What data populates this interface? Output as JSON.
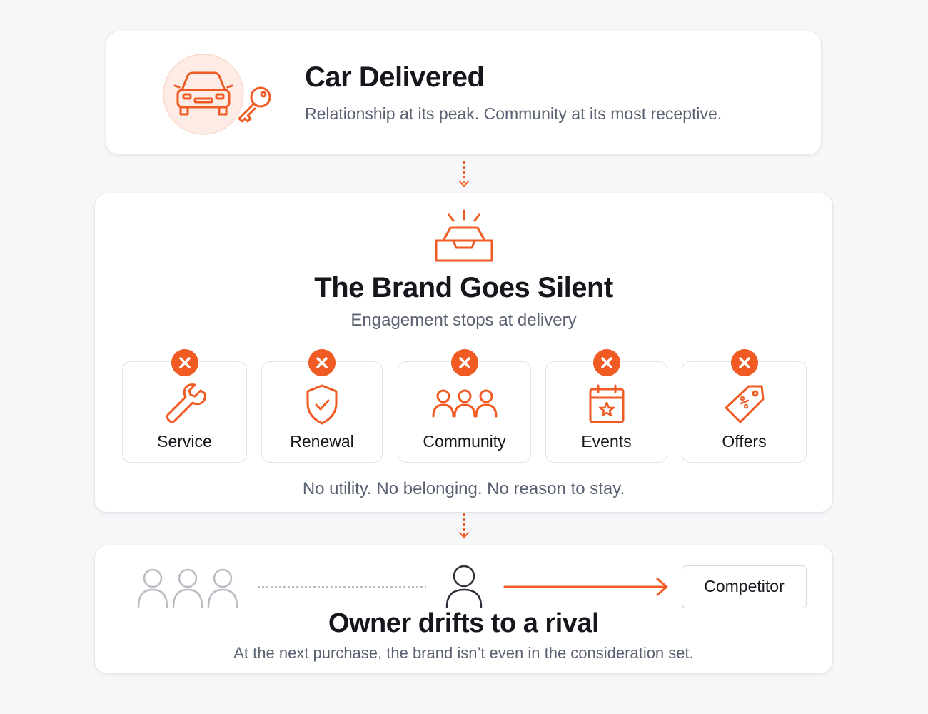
{
  "delivered": {
    "title": "Car Delivered",
    "subtitle": "Relationship at its peak. Community at its most receptive.",
    "icons": [
      "car-icon",
      "key-icon"
    ]
  },
  "silent": {
    "title": "The Brand Goes Silent",
    "subtitle": "Engagement stops at delivery",
    "icon": "inbox-icon",
    "features": [
      {
        "label": "Service",
        "icon": "wrench-icon"
      },
      {
        "label": "Renewal",
        "icon": "shield-check-icon"
      },
      {
        "label": "Community",
        "icon": "people-icon"
      },
      {
        "label": "Events",
        "icon": "calendar-star-icon"
      },
      {
        "label": "Offers",
        "icon": "tag-percent-icon"
      }
    ],
    "footer": "No utility. No belonging. No reason to stay."
  },
  "drift": {
    "title": "Owner drifts to a rival",
    "subtitle": "At the next purchase, the brand isn’t even in the consideration set.",
    "competitor_label": "Competitor"
  },
  "colors": {
    "accent": "#f05a23",
    "muted_icon": "#b9bcc3",
    "dark_icon": "#2b2f38"
  }
}
